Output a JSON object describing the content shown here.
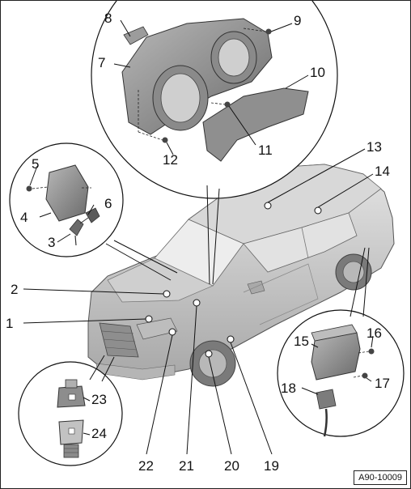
{
  "figure": {
    "code": "A90-10009",
    "callouts": [
      "1",
      "2",
      "3",
      "4",
      "5",
      "6",
      "7",
      "8",
      "9",
      "10",
      "11",
      "12",
      "13",
      "14",
      "15",
      "16",
      "17",
      "18",
      "19",
      "20",
      "21",
      "22",
      "23",
      "24"
    ]
  },
  "colors": {
    "line": "#111111",
    "part_gray": "#9a9a9a",
    "part_dark": "#5a5a5a",
    "car_body": "#c9c9c9",
    "glass": "#e6e6e6"
  }
}
